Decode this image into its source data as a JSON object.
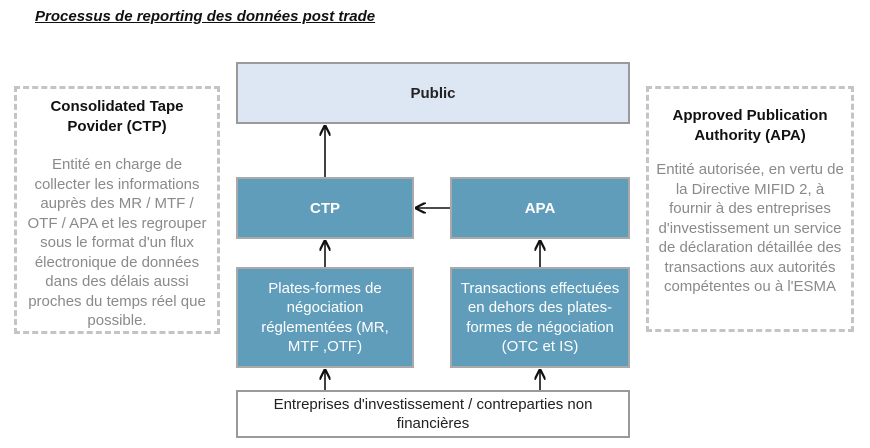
{
  "title": "Processus de reporting des données post trade",
  "ctp_panel": {
    "heading": "Consolidated Tape Povider (CTP)",
    "description": "Entité en charge de collecter les informations auprès des MR / MTF / OTF / APA et les regrouper sous le format d'un flux électronique de données dans des délais aussi proches du temps réel que possible."
  },
  "apa_panel": {
    "heading": "Approved Publication Authority (APA)",
    "description": "Entité autorisée, en vertu de la Directive MIFID 2, à fournir à des entreprises d'investissement un service de déclaration détaillée des transactions aux autorités compétentes ou à l'ESMA"
  },
  "nodes": {
    "public": "Public",
    "ctp": "CTP",
    "apa": "APA",
    "regulated_platforms": "Plates-formes de négociation réglementées (MR, MTF ,OTF)",
    "otc_transactions": "Transactions effectuées en dehors des plates-formes de négociation (OTC et IS)",
    "firms": "Entreprises d'investissement / contreparties non financières"
  },
  "colors": {
    "teal": "#5f9dbb",
    "public_fill": "#dde7f3",
    "dashed_border": "#c4c4c4",
    "description_text": "#8a8a8a"
  }
}
